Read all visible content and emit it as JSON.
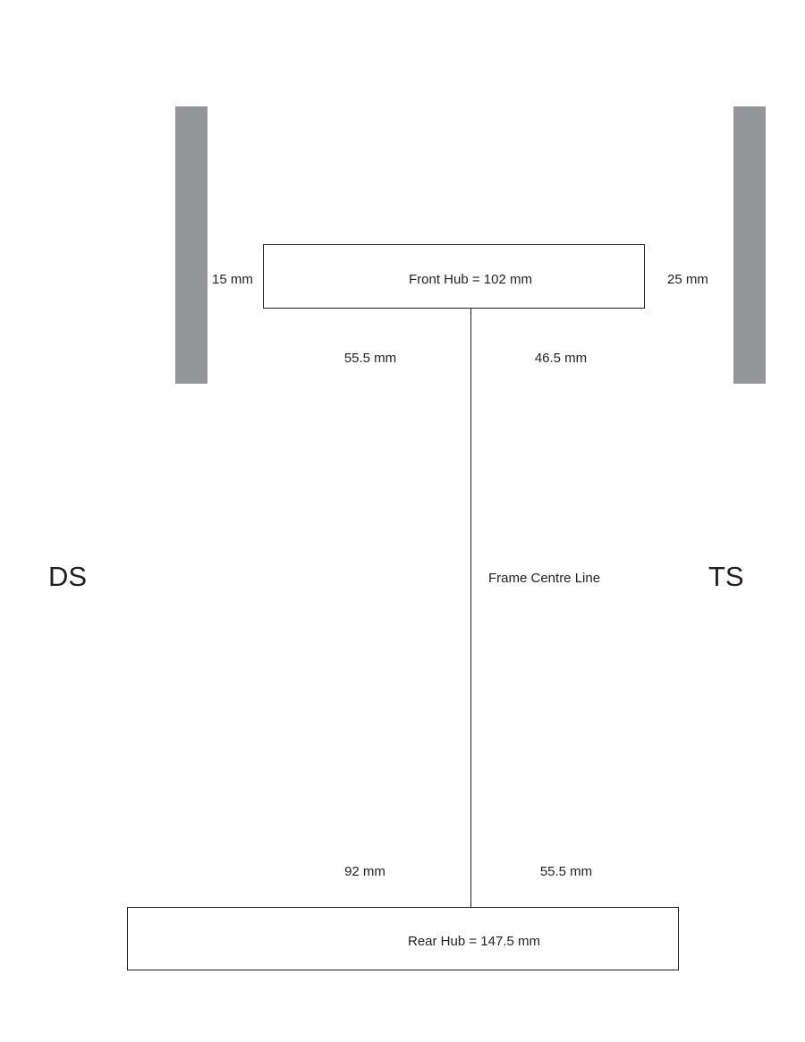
{
  "diagram": {
    "colors": {
      "rotor_bar": "#939598",
      "stroke": "#231f20",
      "background": "#ffffff"
    },
    "sides": {
      "left": "DS",
      "right": "TS"
    },
    "front_hub": {
      "label": "Front Hub = 102 mm",
      "left_gap": "15 mm",
      "right_gap": "25 mm",
      "left_of_centre": "55.5 mm",
      "right_of_centre": "46.5 mm"
    },
    "centre_line": {
      "label": "Frame Centre Line"
    },
    "rear_hub": {
      "label": "Rear Hub = 147.5 mm",
      "left_of_centre": "92 mm",
      "right_of_centre": "55.5 mm"
    }
  }
}
